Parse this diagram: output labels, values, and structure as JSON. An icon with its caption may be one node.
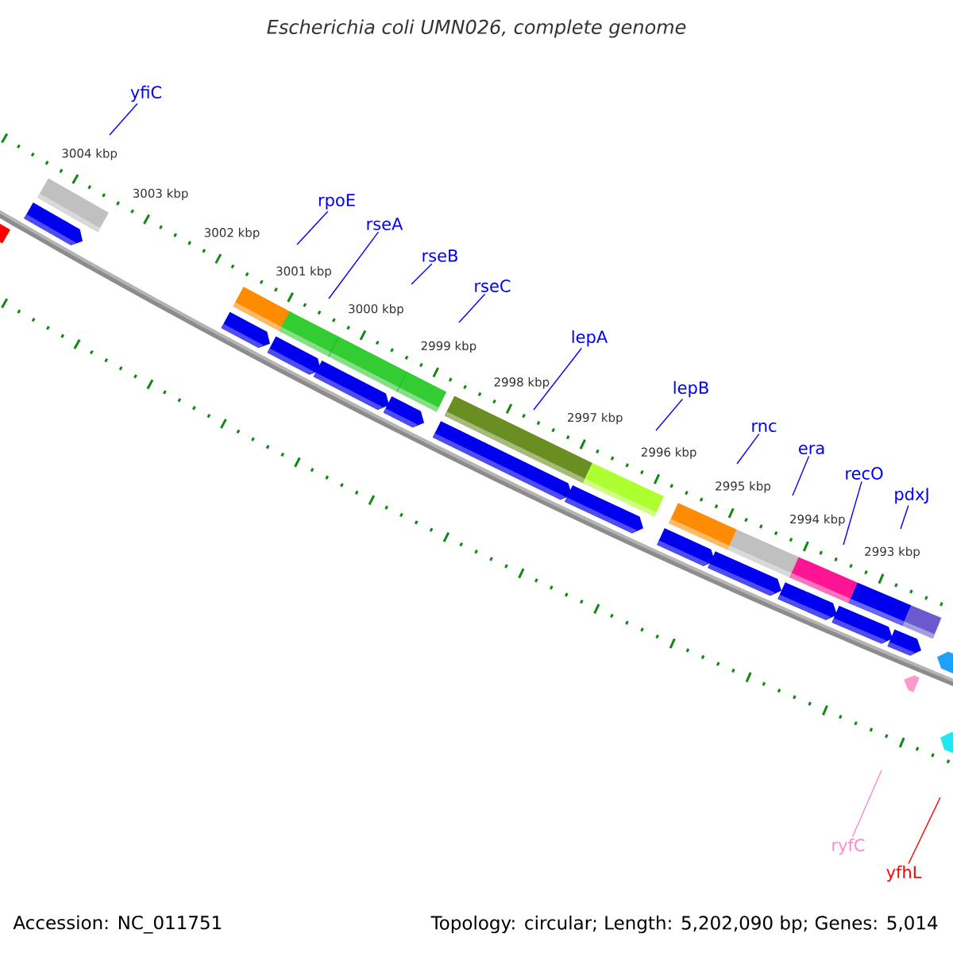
{
  "diagram": {
    "title": "Escherichia coli UMN026, complete genome",
    "nodes": [
      {
        "text": [
          "yfiC"
        ]
      },
      {
        "text": [
          "rpoE"
        ]
      },
      {
        "text": [
          "rseA"
        ]
      },
      {
        "text": [
          "rseB"
        ]
      },
      {
        "text": [
          "rseC"
        ]
      },
      {
        "text": [
          "lepA"
        ]
      },
      {
        "text": [
          "lepB"
        ]
      },
      {
        "text": [
          "rnc"
        ]
      },
      {
        "text": [
          "era"
        ]
      },
      {
        "text": [
          "recO"
        ]
      },
      {
        "text": [
          "pdxJ"
        ]
      },
      {
        "text": [
          "ryfC"
        ]
      },
      {
        "text": [
          "yfhL"
        ]
      }
    ],
    "edges": [
      {
        "from": 0,
        "to": null,
        "arrow": "none"
      },
      {
        "from": 1,
        "to": null,
        "arrow": "none"
      },
      {
        "from": 2,
        "to": null,
        "arrow": "none"
      },
      {
        "from": 3,
        "to": null,
        "arrow": "none"
      },
      {
        "from": 4,
        "to": null,
        "arrow": "none"
      },
      {
        "from": 5,
        "to": null,
        "arrow": "none"
      },
      {
        "from": 6,
        "to": null,
        "arrow": "none"
      },
      {
        "from": 7,
        "to": null,
        "arrow": "none"
      },
      {
        "from": 8,
        "to": null,
        "arrow": "none"
      },
      {
        "from": 9,
        "to": null,
        "arrow": "none"
      },
      {
        "from": 10,
        "to": null,
        "arrow": "none"
      },
      {
        "from": 11,
        "to": null,
        "arrow": "none",
        "color": "#ff88cc"
      },
      {
        "from": 12,
        "to": null,
        "arrow": "none",
        "color": "#ff0000"
      }
    ],
    "labels": [
      "3004 kbp",
      "3003 kbp",
      "3002 kbp",
      "3001 kbp",
      "3000 kbp",
      "2999 kbp",
      "2998 kbp",
      "2997 kbp",
      "2996 kbp",
      "2995 kbp",
      "2994 kbp",
      "2993 kbp",
      "Accession: NC_011751",
      "Topology: circular; Length: 5,202,090 bp; Genes: 5,014"
    ]
  }
}
